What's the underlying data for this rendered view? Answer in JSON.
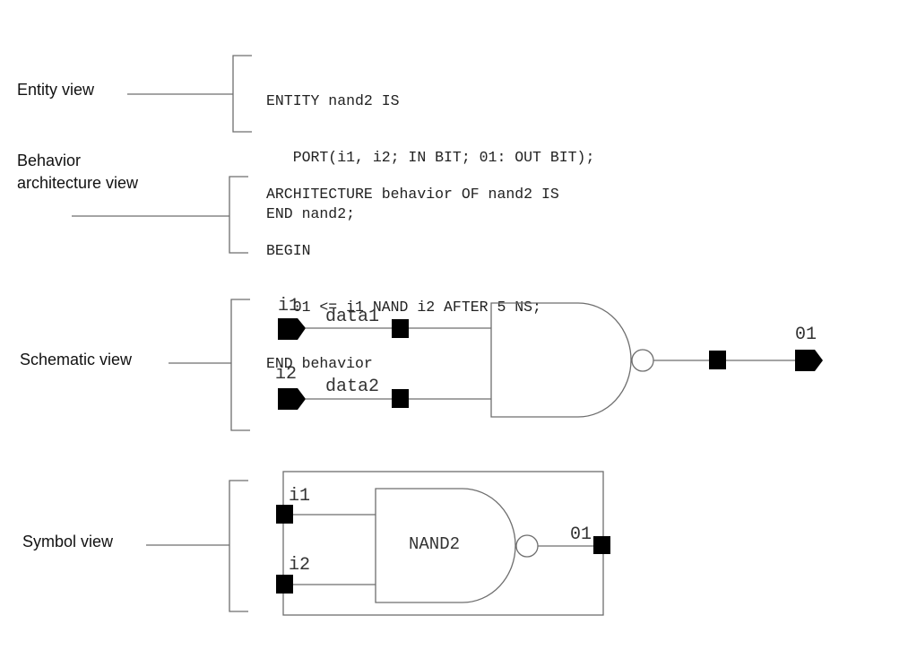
{
  "views": {
    "entity": {
      "label": "Entity view",
      "code": [
        "ENTITY nand2 IS",
        "   PORT(i1, i2; IN BIT; 01: OUT BIT);",
        "END nand2;"
      ]
    },
    "behavior": {
      "label_line1": "Behavior",
      "label_line2": "architecture view",
      "code": [
        "ARCHITECTURE behavior OF nand2 IS",
        "BEGIN",
        "   01 <= i1 NAND i2 AFTER 5 NS;",
        "END behavior"
      ]
    },
    "schematic": {
      "label": "Schematic view",
      "input1": "i1",
      "input2": "i2",
      "signal1": "data1",
      "signal2": "data2",
      "output": "01",
      "gate_type": "NAND"
    },
    "symbol": {
      "label": "Symbol view",
      "input1": "i1",
      "input2": "i2",
      "output": "01",
      "gate_name": "NAND2"
    }
  },
  "icons": {
    "input_port": "pentagon-arrow-right",
    "output_port": "pentagon-arrow-right",
    "connection_pin": "filled-square",
    "inversion_bubble": "circle"
  }
}
